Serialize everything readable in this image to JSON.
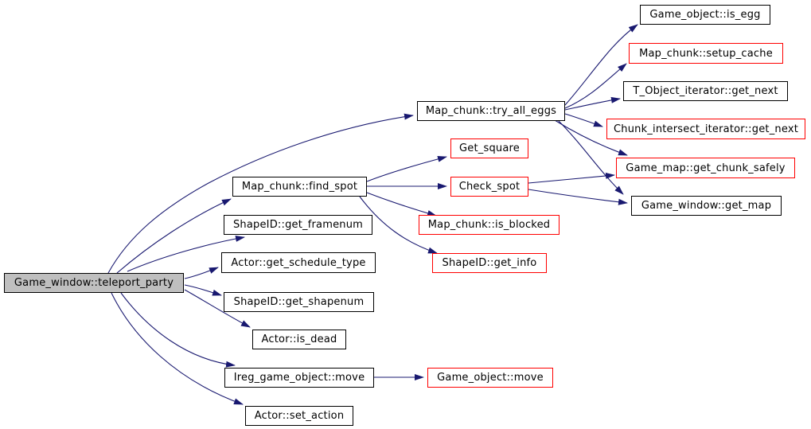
{
  "diagram": {
    "kind": "call-graph",
    "background_color": "#ffffff",
    "edge_color": "#191970",
    "root_fill_color": "#bfbfbf",
    "node_fill_color": "#ffffff",
    "normal_border_color": "#000000",
    "truncated_border_color": "#ff0000",
    "nodes": [
      {
        "id": "teleport_party",
        "label": "Game_window::teleport_party",
        "border": "#000000",
        "fill": "#bfbfbf",
        "role": "root"
      },
      {
        "id": "try_all_eggs",
        "label": "Map_chunk::try_all_eggs",
        "border": "#000000",
        "fill": "#ffffff",
        "role": "callee"
      },
      {
        "id": "is_egg",
        "label": "Game_object::is_egg",
        "border": "#000000",
        "fill": "#ffffff",
        "role": "callee"
      },
      {
        "id": "setup_cache",
        "label": "Map_chunk::setup_cache",
        "border": "#ff0000",
        "fill": "#ffffff",
        "role": "callee"
      },
      {
        "id": "t_object_iterator_get_next",
        "label": "T_Object_iterator::get_next",
        "border": "#000000",
        "fill": "#ffffff",
        "role": "callee"
      },
      {
        "id": "chunk_intersect_iterator_get_next",
        "label": "Chunk_intersect_iterator::get_next",
        "border": "#ff0000",
        "fill": "#ffffff",
        "role": "callee"
      },
      {
        "id": "get_chunk_safely",
        "label": "Game_map::get_chunk_safely",
        "border": "#ff0000",
        "fill": "#ffffff",
        "role": "callee"
      },
      {
        "id": "get_map",
        "label": "Game_window::get_map",
        "border": "#000000",
        "fill": "#ffffff",
        "role": "callee"
      },
      {
        "id": "get_square",
        "label": "Get_square",
        "border": "#ff0000",
        "fill": "#ffffff",
        "role": "callee"
      },
      {
        "id": "check_spot",
        "label": "Check_spot",
        "border": "#ff0000",
        "fill": "#ffffff",
        "role": "callee"
      },
      {
        "id": "find_spot",
        "label": "Map_chunk::find_spot",
        "border": "#000000",
        "fill": "#ffffff",
        "role": "callee"
      },
      {
        "id": "is_blocked",
        "label": "Map_chunk::is_blocked",
        "border": "#ff0000",
        "fill": "#ffffff",
        "role": "callee"
      },
      {
        "id": "get_info",
        "label": "ShapeID::get_info",
        "border": "#ff0000",
        "fill": "#ffffff",
        "role": "callee"
      },
      {
        "id": "get_framenum",
        "label": "ShapeID::get_framenum",
        "border": "#000000",
        "fill": "#ffffff",
        "role": "callee"
      },
      {
        "id": "get_schedule_type",
        "label": "Actor::get_schedule_type",
        "border": "#000000",
        "fill": "#ffffff",
        "role": "callee"
      },
      {
        "id": "get_shapenum",
        "label": "ShapeID::get_shapenum",
        "border": "#000000",
        "fill": "#ffffff",
        "role": "callee"
      },
      {
        "id": "is_dead",
        "label": "Actor::is_dead",
        "border": "#000000",
        "fill": "#ffffff",
        "role": "callee"
      },
      {
        "id": "ireg_move",
        "label": "Ireg_game_object::move",
        "border": "#000000",
        "fill": "#ffffff",
        "role": "callee"
      },
      {
        "id": "set_action",
        "label": "Actor::set_action",
        "border": "#000000",
        "fill": "#ffffff",
        "role": "callee"
      },
      {
        "id": "game_object_move",
        "label": "Game_object::move",
        "border": "#ff0000",
        "fill": "#ffffff",
        "role": "callee"
      }
    ],
    "edges": [
      {
        "from": "teleport_party",
        "to": "try_all_eggs"
      },
      {
        "from": "teleport_party",
        "to": "find_spot"
      },
      {
        "from": "teleport_party",
        "to": "get_framenum"
      },
      {
        "from": "teleport_party",
        "to": "get_schedule_type"
      },
      {
        "from": "teleport_party",
        "to": "get_shapenum"
      },
      {
        "from": "teleport_party",
        "to": "is_dead"
      },
      {
        "from": "teleport_party",
        "to": "ireg_move"
      },
      {
        "from": "teleport_party",
        "to": "set_action"
      },
      {
        "from": "try_all_eggs",
        "to": "is_egg"
      },
      {
        "from": "try_all_eggs",
        "to": "setup_cache"
      },
      {
        "from": "try_all_eggs",
        "to": "t_object_iterator_get_next"
      },
      {
        "from": "try_all_eggs",
        "to": "chunk_intersect_iterator_get_next"
      },
      {
        "from": "try_all_eggs",
        "to": "get_chunk_safely"
      },
      {
        "from": "try_all_eggs",
        "to": "get_map"
      },
      {
        "from": "find_spot",
        "to": "get_square"
      },
      {
        "from": "find_spot",
        "to": "check_spot"
      },
      {
        "from": "find_spot",
        "to": "is_blocked"
      },
      {
        "from": "find_spot",
        "to": "get_info"
      },
      {
        "from": "check_spot",
        "to": "get_chunk_safely"
      },
      {
        "from": "check_spot",
        "to": "get_map"
      },
      {
        "from": "ireg_move",
        "to": "game_object_move"
      }
    ]
  }
}
